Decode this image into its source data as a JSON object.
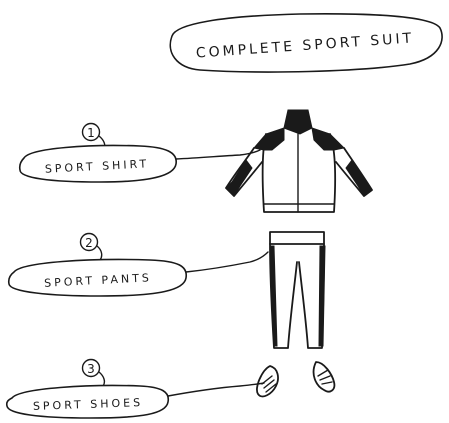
{
  "title": "COMPLETE SPORT SUIT",
  "items": [
    {
      "number": "1",
      "label": "SPORT SHIRT",
      "icon": "jacket-icon"
    },
    {
      "number": "2",
      "label": "SPORT PANTS",
      "icon": "pants-icon"
    },
    {
      "number": "3",
      "label": "SPORT SHOES",
      "icon": "shoes-icon"
    }
  ],
  "colors": {
    "ink": "#1a1a1a",
    "background": "#ffffff"
  }
}
